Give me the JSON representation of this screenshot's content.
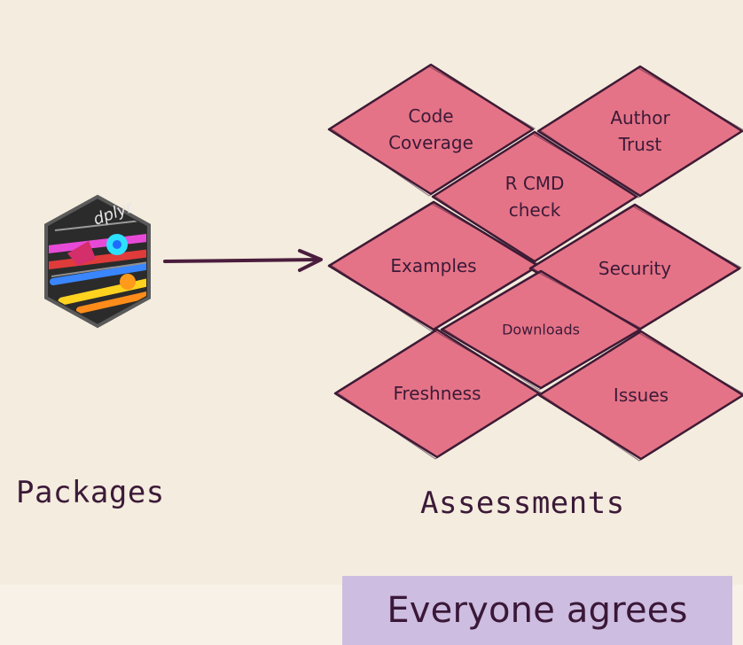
{
  "labels": {
    "packages": "Packages",
    "assessments": "Assessments",
    "banner": "Everyone agrees"
  },
  "logo": {
    "text": "dplyr"
  },
  "assessments": [
    {
      "key": "code-coverage",
      "lines": [
        "Code",
        "Coverage"
      ]
    },
    {
      "key": "author-trust",
      "lines": [
        "Author",
        "Trust"
      ]
    },
    {
      "key": "r-cmd-check",
      "lines": [
        "R CMD",
        "check"
      ]
    },
    {
      "key": "examples",
      "lines": [
        "Examples"
      ]
    },
    {
      "key": "security",
      "lines": [
        "Security"
      ]
    },
    {
      "key": "downloads",
      "lines": [
        "Downloads"
      ]
    },
    {
      "key": "freshness",
      "lines": [
        "Freshness"
      ]
    },
    {
      "key": "issues",
      "lines": [
        "Issues"
      ]
    }
  ],
  "colors": {
    "background": "#f4ecde",
    "diamond_fill": "#e57387",
    "diamond_stroke": "#3e1b35",
    "text": "#3b1a38",
    "banner_bg": "#cdbde0",
    "logo_bg": "#2b2b2b"
  }
}
